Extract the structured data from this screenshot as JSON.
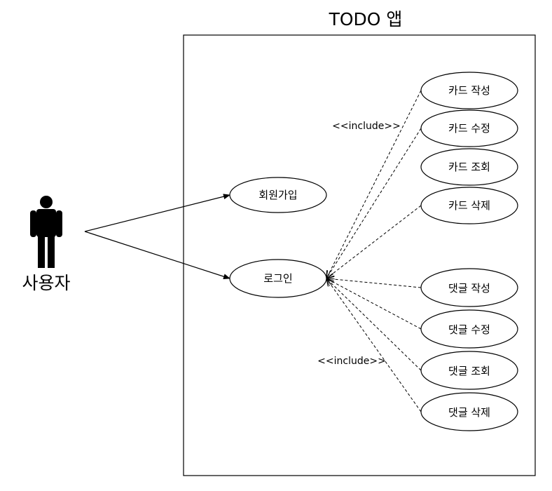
{
  "system": {
    "title": "TODO 앱"
  },
  "actor": {
    "label": "사용자",
    "icon": "person-icon"
  },
  "stereotypes": {
    "top": "<<include>>",
    "bottom": "<<include>>"
  },
  "use_cases": {
    "signup": "회원가입",
    "login": "로그인",
    "card_create": "카드 작성",
    "card_edit": "카드 수정",
    "card_view": "카드 조회",
    "card_delete": "카드 삭제",
    "comment_create": "댓글 작성",
    "comment_edit": "댓글 수정",
    "comment_view": "댓글 조회",
    "comment_delete": "댓글 삭제"
  },
  "colors": {
    "line": "#000000",
    "background": "#ffffff"
  }
}
